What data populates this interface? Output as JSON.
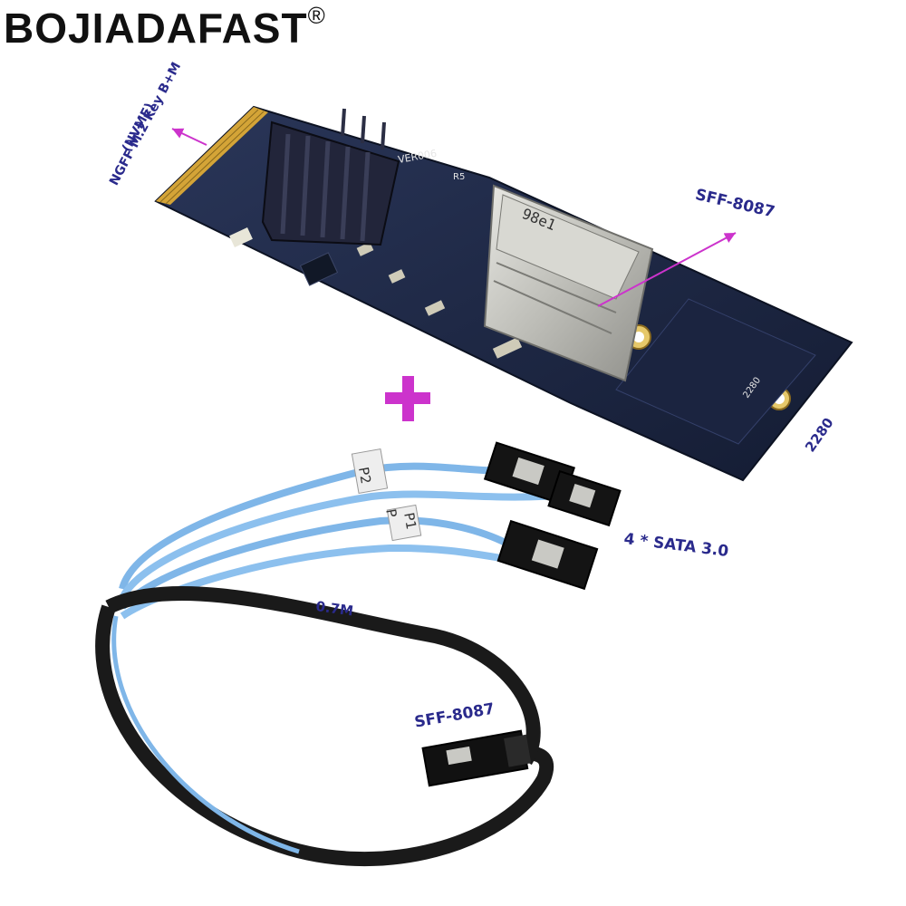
{
  "brand": {
    "name": "BOJIADAFAST",
    "mark": "®"
  },
  "labels": {
    "nvme": "(NVME)",
    "ngff": "NGFF M.2 Key B+M",
    "sff_top": "SFF-8087",
    "size": "2280",
    "sata": "4 * SATA 3.0",
    "length": "0.7M",
    "sff_bottom": "SFF-8087"
  },
  "board_text": {
    "version": "VER006",
    "pcb_size": "2280",
    "chip": "R5"
  },
  "cable_tags": [
    "P2",
    "P1",
    "P"
  ],
  "colors": {
    "pcb": "#1f2a47",
    "gold": "#d4a437",
    "heatsink": "#22253a",
    "connector": "#c9c9c4",
    "cable_blue": "#7fb6e8",
    "sleeve": "#1a1a1a",
    "arrow": "#cc33cc",
    "plus": "#cc33cc",
    "label": "#2a2a8c"
  }
}
